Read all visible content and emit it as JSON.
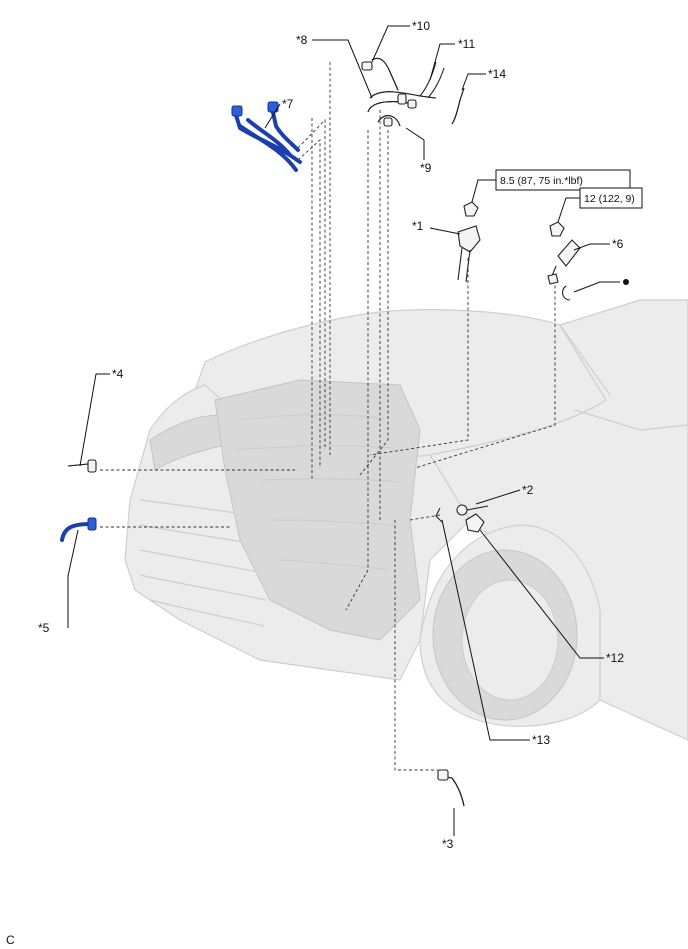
{
  "callouts": {
    "c1": "*1",
    "c2": "*2",
    "c3": "*3",
    "c4": "*4",
    "c5": "*5",
    "c6": "*6",
    "c7": "*7",
    "c8": "*8",
    "c9": "*9",
    "c10": "*10",
    "c11": "*11",
    "c12": "*12",
    "c13": "*13",
    "c14": "*14"
  },
  "torque_specs": {
    "spec_a": "8.5 (87, 75 in.*lbf)",
    "spec_b": "12 (122, 9)"
  },
  "corner_code": "C",
  "colors": {
    "highlight_part": "#2f5fd6",
    "vehicle_body": "#ececec"
  },
  "icons": {
    "non_reusable_marker": "black-dot-icon"
  }
}
